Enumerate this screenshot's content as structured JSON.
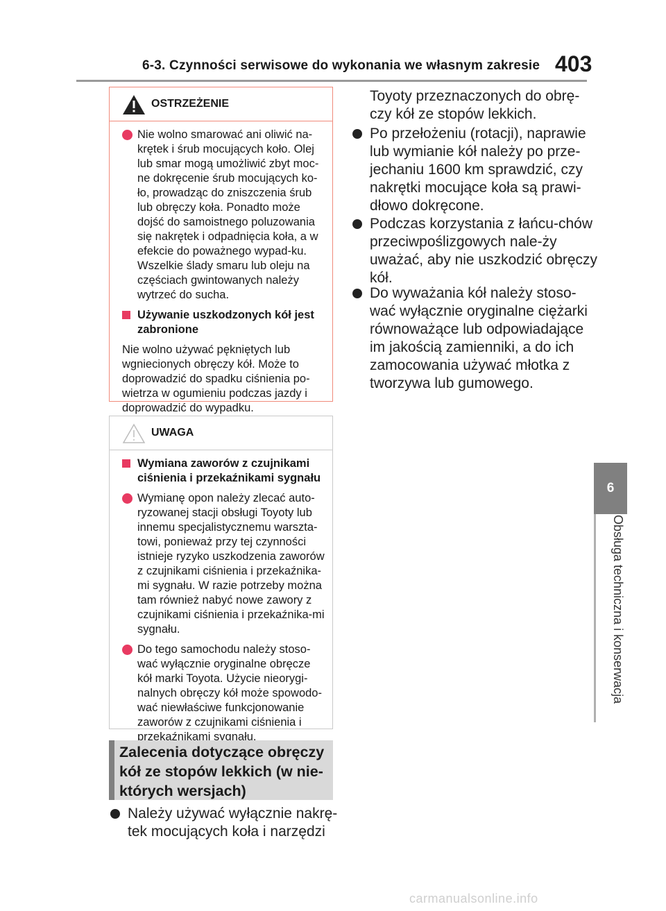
{
  "header": {
    "title": "6-3. Czynności serwisowe do wykonania we własnym zakresie",
    "page_number": "403"
  },
  "side_tab": {
    "number": "6",
    "label": "Obsługa techniczna i konserwacja"
  },
  "warning": {
    "title": "OSTRZEŻENIE",
    "bullet1": "Nie wolno smarować ani oliwić na-krętek i śrub mocujących koło. Olej lub smar mogą umożliwić zbyt moc-ne dokręcenie śrub mocujących ko-ło, prowadząc do zniszczenia śrub lub obręczy koła. Ponadto może dojść do samoistnego poluzowania się nakrętek i odpadnięcia koła, a w efekcie do poważnego wypad-ku. Wszelkie ślady smaru lub oleju na częściach gwintowanych należy wytrzeć do sucha.",
    "subheading": "Używanie uszkodzonych kół jest zabronione",
    "paragraph": "Nie wolno używać pękniętych lub wgniecionych obręczy kół. Może to doprowadzić do spadku ciśnienia po-wietrza w ogumieniu podczas jazdy i doprowadzić do wypadku."
  },
  "caution": {
    "title": "UWAGA",
    "subheading": "Wymiana zaworów z czujnikami ciśnienia i przekaźnikami sygnału",
    "bullet1": "Wymianę opon należy zlecać auto-ryzowanej stacji obsługi Toyoty lub innemu specjalistycznemu warszta-towi, ponieważ przy tej czynności istnieje ryzyko uszkodzenia zaworów z czujnikami ciśnienia i przekaźnika-mi sygnału. W razie potrzeby można tam również nabyć nowe zawory z czujnikami ciśnienia i przekaźnika-mi sygnału.",
    "bullet2": "Do tego samochodu należy stoso-wać wyłącznie oryginalne obręcze kół marki Toyota. Użycie nieorygi-nalnych obręczy kół może spowodo-wać niewłaściwe funkcjonowanie zaworów z czujnikami ciśnienia i przekaźnikami sygnału."
  },
  "section": {
    "heading": "Zalecenia dotyczące obręczy kół ze stopów lekkich (w nie-których wersjach)",
    "bullet1_start": "Należy używać wyłącznie nakrę-tek mocujących koła i narzędzi",
    "bullet1_cont": "Toyoty przeznaczonych do obrę-czy kół ze stopów lekkich.",
    "bullet2": "Po przełożeniu (rotacji), naprawie lub wymianie kół należy po prze-jechaniu 1600 km sprawdzić, czy nakrętki mocujące koła są prawi-dłowo dokręcone.",
    "bullet3": "Podczas korzystania z łańcu-chów przeciwpoślizgowych nale-ży uważać, aby nie uszkodzić obręczy kół.",
    "bullet4": "Do wyważania kół należy stoso-wać wyłącznie oryginalne ciężarki równoważące lub odpowiadające im jakością zamienniki, a do ich zamocowania używać młotka z tworzywa lub gumowego."
  },
  "footer": {
    "watermark": "carmanualsonline.info"
  },
  "colors": {
    "warning_accent": "#e83a61",
    "warning_border": "#f08a7b",
    "tab_gray": "#808080"
  }
}
